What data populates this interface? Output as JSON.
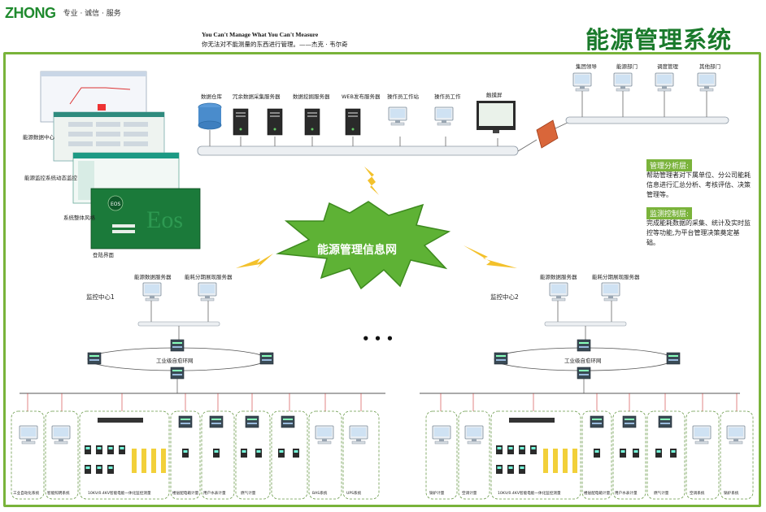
{
  "header": {
    "logo_text": "ZHONG",
    "slogan": "专业 · 诚信 · 服务",
    "quote_en": "You Can't Manage What You Can't Measure",
    "quote_cn": "你无法对不能测量的东西进行管理。——杰克 · 韦尔奇",
    "system_title": "能源管理系统"
  },
  "center": {
    "hub_label": "能源管理信息网",
    "ellipsis": "• • •"
  },
  "screens": {
    "s1": "能源数据中心",
    "s2": "能源监控系统动态监控",
    "s3": "系统整体风格",
    "s4": "登陆界面"
  },
  "top_network": {
    "servers": [
      "数据仓库",
      "冗余数据采集服务器",
      "数据挖掘服务器",
      "WEB发布服务器",
      "操作员工作站",
      "操作员工作",
      "触摸屏"
    ],
    "departments": [
      "集团领导",
      "能源部门",
      "调度管理",
      "其他部门"
    ]
  },
  "side_panels": [
    {
      "heading": "管理分析层:",
      "text": "帮助管理者对下属单位、分公司能耗信息进行汇总分析、考核评估、决策管理等。"
    },
    {
      "heading": "监测控制层:",
      "text": "完成能耗数据的采集、统计及实时监控等功能,为平台管理决策奠定基础。"
    }
  ],
  "centers": [
    {
      "name": "监控中心1",
      "server_a": "能源数据服务器",
      "server_b": "能耗分期展现服务器",
      "ring": "工业级自愈环网"
    },
    {
      "name": "监控中心2",
      "server_a": "能源数据服务器",
      "server_b": "能耗分期展现服务器",
      "ring": "工业级自愈环网"
    }
  ],
  "bottom_left": [
    "工业自动化系统",
    "智能照明系统",
    "10KV/0.4KV智能电能一体化监控测量",
    "楼层配电箱计量",
    "用户水表计量",
    "燃气计量",
    "BAS系统",
    "UPS系统"
  ],
  "bottom_right": [
    "锅炉计量",
    "空调计量",
    "10KV/0.4KV智能电能一体化监控测量",
    "楼层配电箱计量",
    "用户水表计量",
    "燃气计量",
    "空调系统",
    "锅炉系统"
  ]
}
